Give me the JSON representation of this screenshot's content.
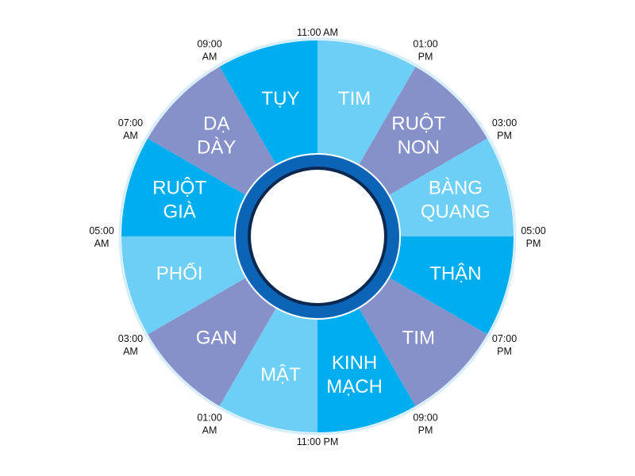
{
  "colors": {
    "light": "#6dcff6",
    "bright": "#00aeef",
    "lavender": "#8791c9",
    "ring": "#0b64b6",
    "ring_dark": "#0b2850"
  },
  "segments": [
    {
      "lines": [
        "TIM"
      ],
      "color": "light"
    },
    {
      "lines": [
        "RUỘT",
        "NON"
      ],
      "color": "lavender"
    },
    {
      "lines": [
        "BÀNG",
        "QUANG"
      ],
      "color": "light"
    },
    {
      "lines": [
        "THẬN"
      ],
      "color": "bright"
    },
    {
      "lines": [
        "TIM"
      ],
      "color": "lavender"
    },
    {
      "lines": [
        "KINH",
        "MẠCH"
      ],
      "color": "bright"
    },
    {
      "lines": [
        "MẬT"
      ],
      "color": "light"
    },
    {
      "lines": [
        "GAN"
      ],
      "color": "lavender"
    },
    {
      "lines": [
        "PHỔI"
      ],
      "color": "light"
    },
    {
      "lines": [
        "RUỘT",
        "GIÀ"
      ],
      "color": "bright"
    },
    {
      "lines": [
        "DẠ",
        "DÀY"
      ],
      "color": "lavender"
    },
    {
      "lines": [
        "TỤY"
      ],
      "color": "bright"
    }
  ],
  "times": [
    [
      "11:00 AM"
    ],
    [
      "01:00",
      "PM"
    ],
    [
      "03:00",
      "PM"
    ],
    [
      "05:00",
      "PM"
    ],
    [
      "07:00",
      "PM"
    ],
    [
      "09:00",
      "PM"
    ],
    [
      "11:00 PM"
    ],
    [
      "01:00",
      "AM"
    ],
    [
      "03:00",
      "AM"
    ],
    [
      "05:00",
      "AM"
    ],
    [
      "07:00",
      "AM"
    ],
    [
      "09:00",
      "AM"
    ]
  ]
}
